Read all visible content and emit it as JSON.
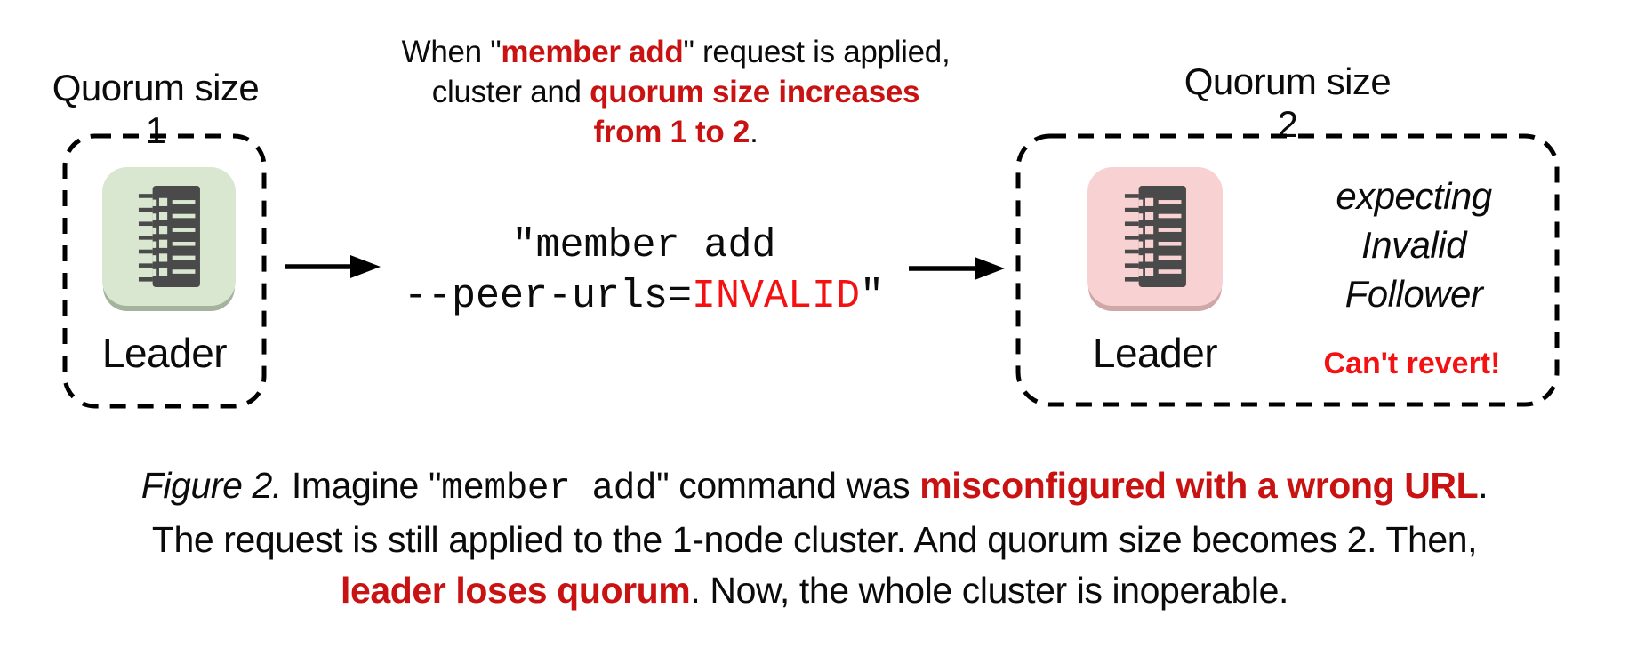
{
  "left_cluster": {
    "title": "Quorum size 1",
    "node_label": "Leader"
  },
  "intro": {
    "line1_prefix": "When \"",
    "line1_red": "member add",
    "line1_suffix": "\" request is applied,",
    "line2_prefix": "cluster and ",
    "line2_red": "quorum size increases",
    "line3_red": "from 1 to 2",
    "line3_suffix": "."
  },
  "command": {
    "line1": "\"member add",
    "line2_prefix": "--peer-urls=",
    "line2_red": "INVALID",
    "line2_suffix": "\""
  },
  "right_cluster": {
    "title": "Quorum size 2",
    "node_label": "Leader",
    "expecting_lines": [
      "expecting",
      "Invalid",
      "Follower"
    ],
    "warning": "Can't revert!"
  },
  "caption": {
    "figure_label": "Figure 2.",
    "line1_a": " Imagine \"",
    "line1_code": "member add",
    "line1_b": "\" command was ",
    "line1_red": "misconfigured with a wrong URL",
    "line1_c": ".",
    "line2": "The request is still applied to the 1-node cluster. And quorum size becomes 2. Then,",
    "line3_red": "leader loses quorum",
    "line3_suffix": ". Now, the whole cluster is inoperable."
  },
  "colors": {
    "red_dark_bold": "#c91212",
    "red_bright": "#f31111",
    "node_green_bg": "#d9e7d1",
    "node_green_shadow": "#a4b49c",
    "node_pink_bg": "#f8d2d2",
    "node_pink_shadow": "#d0a7a7",
    "icon_dark": "#4a4a4a",
    "outline": "#000000"
  }
}
